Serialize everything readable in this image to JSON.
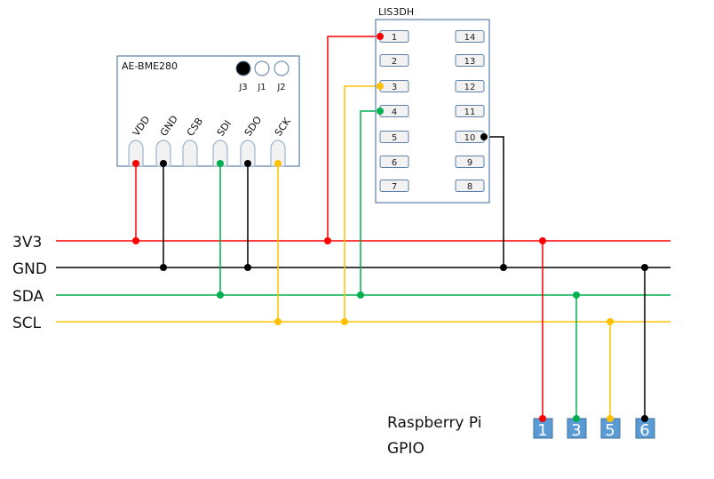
{
  "colors": {
    "v3v3": "#ff0000",
    "gnd": "#000000",
    "sda": "#00b050",
    "scl": "#ffc000",
    "chip_border": "#5b7fa6",
    "gpio_fill": "#5b9bd5"
  },
  "rails": [
    {
      "id": "3V3",
      "label": "3V3"
    },
    {
      "id": "GND",
      "label": "GND"
    },
    {
      "id": "SDA",
      "label": "SDA"
    },
    {
      "id": "SCL",
      "label": "SCL"
    }
  ],
  "bme280": {
    "title": "AE-BME280",
    "jumpers": [
      {
        "label": "J3",
        "filled": true
      },
      {
        "label": "J1",
        "filled": false
      },
      {
        "label": "J2",
        "filled": false
      }
    ],
    "pins": [
      {
        "label": "VDD",
        "net": "3V3"
      },
      {
        "label": "GND",
        "net": "GND"
      },
      {
        "label": "CSB",
        "net": null
      },
      {
        "label": "SDI",
        "net": "SDA"
      },
      {
        "label": "SDO",
        "net": "GND"
      },
      {
        "label": "SCK",
        "net": "SCL"
      }
    ]
  },
  "lis3dh": {
    "title": "LIS3DH",
    "left_pins": [
      {
        "label": "1",
        "net": "3V3"
      },
      {
        "label": "2",
        "net": null
      },
      {
        "label": "3",
        "net": "SCL"
      },
      {
        "label": "4",
        "net": "SDA"
      },
      {
        "label": "5",
        "net": null
      },
      {
        "label": "6",
        "net": null
      },
      {
        "label": "7",
        "net": null
      }
    ],
    "right_pins": [
      {
        "label": "14",
        "net": null
      },
      {
        "label": "13",
        "net": null
      },
      {
        "label": "12",
        "net": null
      },
      {
        "label": "11",
        "net": null
      },
      {
        "label": "10",
        "net": "GND"
      },
      {
        "label": "9",
        "net": null
      },
      {
        "label": "8",
        "net": null
      }
    ]
  },
  "raspberry_pi": {
    "title_line1": "Raspberry Pi",
    "title_line2": "GPIO",
    "pins": [
      {
        "label": "1",
        "net": "3V3"
      },
      {
        "label": "3",
        "net": "SDA"
      },
      {
        "label": "5",
        "net": "SCL"
      },
      {
        "label": "6",
        "net": "GND"
      }
    ]
  }
}
